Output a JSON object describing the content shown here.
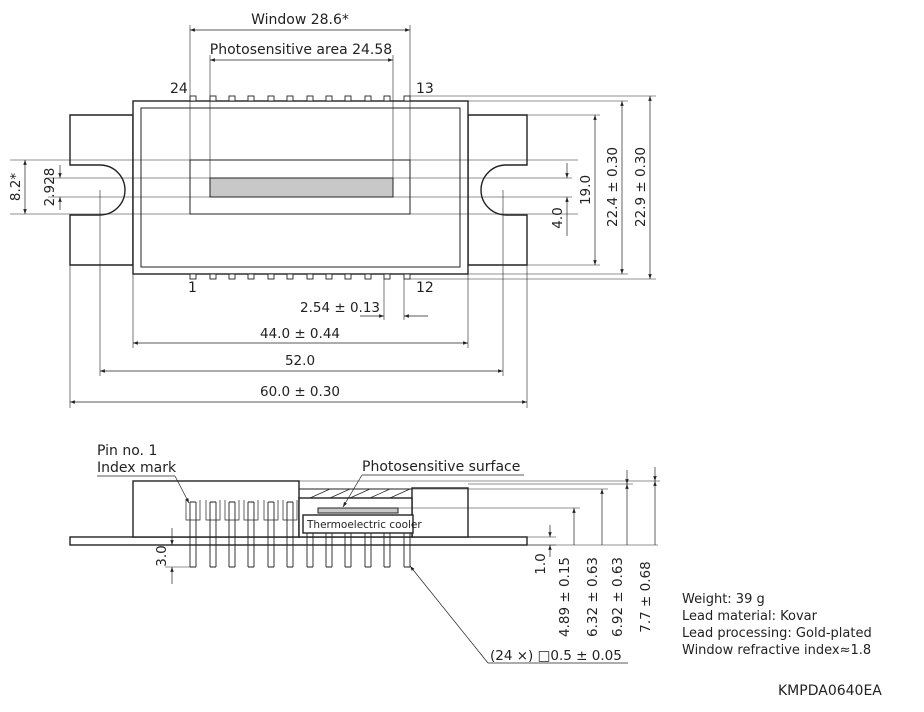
{
  "top_view": {
    "window_label": "Window 28.6*",
    "photosensitive_area_label": "Photosensitive area 24.58",
    "pin_24": "24",
    "pin_13": "13",
    "pin_1": "1",
    "pin_12": "12",
    "dim_pitch": "2.54 ± 0.13",
    "dim_body_width": "44.0 ± 0.44",
    "dim_slot_spacing": "52.0",
    "dim_total_width": "60.0 ± 0.30",
    "dim_8_2": "8.2*",
    "dim_2_928": "2.928",
    "dim_19_0": "19.0",
    "dim_4_0": "4.0",
    "dim_22_4": "22.4 ± 0.30",
    "dim_22_9": "22.9 ± 0.30"
  },
  "side_view": {
    "pin_no_label": "Pin no. 1",
    "index_mark_label": "Index mark",
    "photosensitive_surface_label": "Photosensitive surface",
    "thermoelectric_cooler_label": "Thermoelectric cooler",
    "dim_3_0": "3.0",
    "dim_1_0": "1.0",
    "dim_4_89": "4.89 ± 0.15",
    "dim_6_32": "6.32 ± 0.63",
    "dim_6_92": "6.92 ± 0.63",
    "dim_7_7": "7.7 ± 0.68",
    "dim_lead": "(24 ×) □0.5 ± 0.05"
  },
  "notes": {
    "weight": "Weight: 39 g",
    "lead_material": "Lead material: Kovar",
    "lead_processing": "Lead processing: Gold-plated",
    "window_index": "Window refractive index≈1.8"
  },
  "drawing_code": "KMPDA0640EA"
}
